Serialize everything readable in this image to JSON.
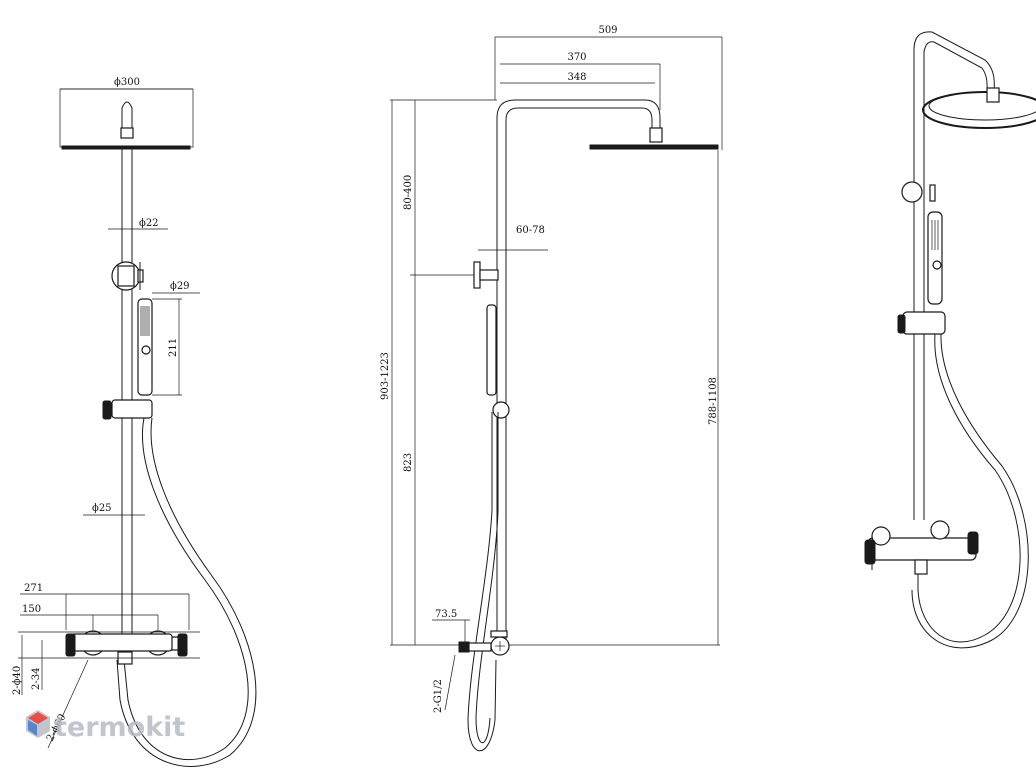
{
  "dimensions": {
    "front": {
      "head_diameter": "ϕ300",
      "pipe_diameter": "ϕ22",
      "handset_diameter": "ϕ29",
      "handset_length": "211",
      "lower_pipe_diameter": "ϕ25",
      "mixer_width": "271",
      "inlet_spacing": "150",
      "flange_40": "2-ϕ40",
      "flange_34": "2-34",
      "rosette_60": "2-ϕ60"
    },
    "side": {
      "total_reach": "509",
      "arm_reach_outer": "370",
      "arm_reach_inner": "348",
      "bracket_range": "60-78",
      "head_adjust": "80-400",
      "total_height": "903-1223",
      "head_height": "788-1108",
      "bracket_height": "823",
      "wall_offset": "73.5",
      "inlet_thread": "2-G1/2"
    }
  },
  "watermark": {
    "text": "termokit",
    "logo_colors": [
      "#e2322a",
      "#3e70c4",
      "#b7bcc5"
    ]
  }
}
